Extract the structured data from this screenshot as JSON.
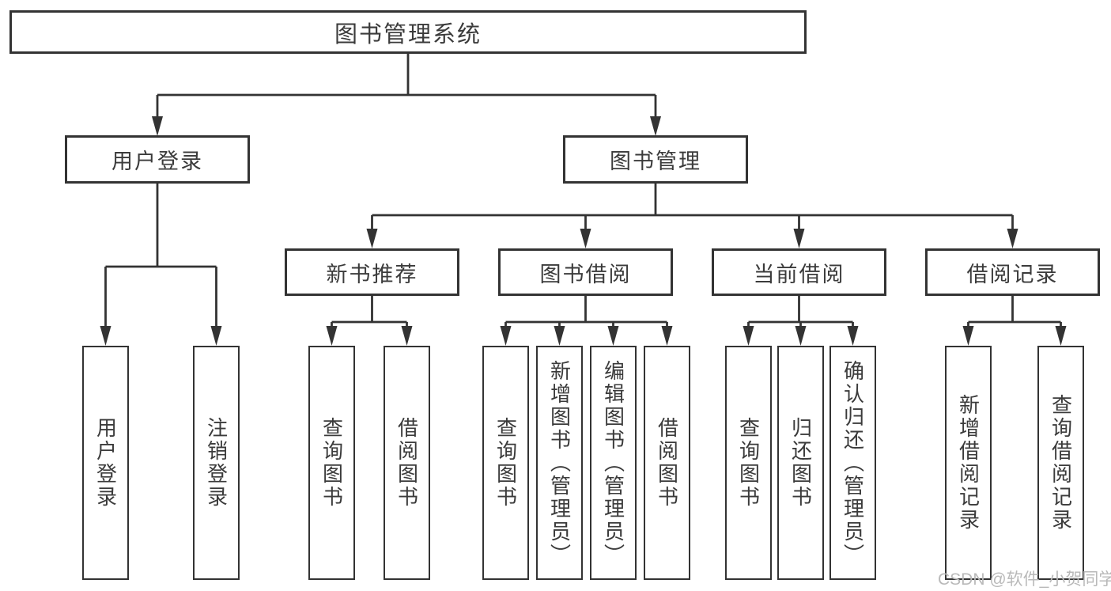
{
  "diagram": {
    "root": {
      "label": "图书管理系统"
    },
    "branches": [
      {
        "label": "用户登录",
        "children": [
          {
            "label": "用户登录"
          },
          {
            "label": "注销登录"
          }
        ]
      },
      {
        "label": "图书管理",
        "children": [
          {
            "label": "新书推荐",
            "children": [
              {
                "label": "查询图书"
              },
              {
                "label": "借阅图书"
              }
            ]
          },
          {
            "label": "图书借阅",
            "children": [
              {
                "label": "查询图书"
              },
              {
                "label": "新增图书（管理员）"
              },
              {
                "label": "编辑图书（管理员）"
              },
              {
                "label": "借阅图书"
              }
            ]
          },
          {
            "label": "当前借阅",
            "children": [
              {
                "label": "查询图书"
              },
              {
                "label": "归还图书"
              },
              {
                "label": "确认归还（管理员）"
              }
            ]
          },
          {
            "label": "借阅记录",
            "children": [
              {
                "label": "新增借阅记录"
              },
              {
                "label": "查询借阅记录"
              }
            ]
          }
        ]
      }
    ],
    "colors": {
      "line": "#333333",
      "text": "#3b3b3b",
      "watermark": "#b9b9b9",
      "background": "#ffffff"
    },
    "watermark": "CSDN @软件_小贺同学"
  }
}
